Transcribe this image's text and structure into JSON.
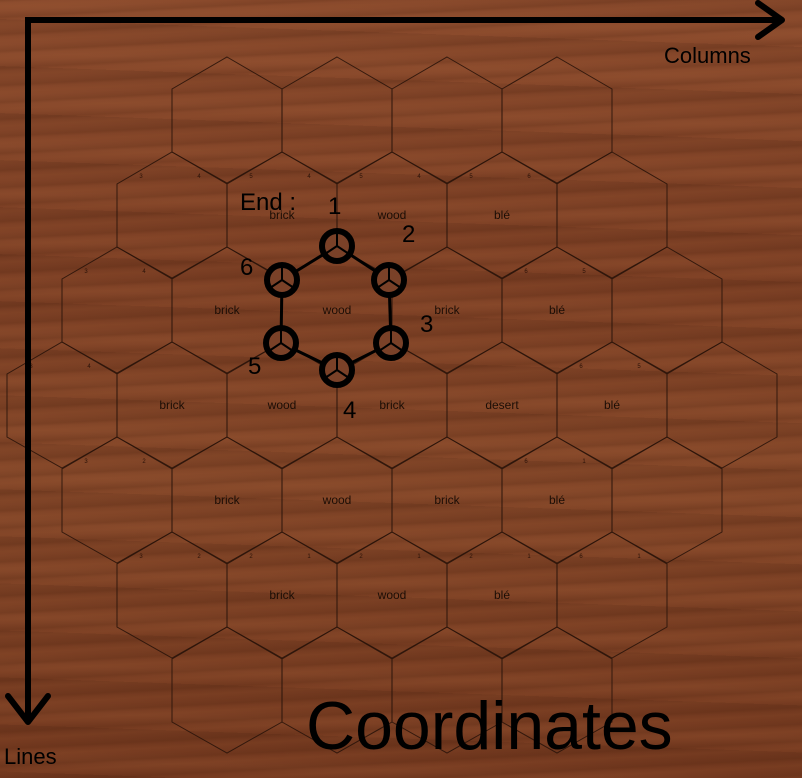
{
  "axes": {
    "horizontal_label": "Columns",
    "vertical_label": "Lines"
  },
  "title": "Coordinates",
  "board": {
    "rows": [
      {
        "tiles": [
          {
            "resource": "",
            "numbers": []
          },
          {
            "resource": "",
            "numbers": []
          },
          {
            "resource": "",
            "numbers": []
          },
          {
            "resource": "",
            "numbers": []
          }
        ]
      },
      {
        "tiles": [
          {
            "resource": "",
            "numbers": [
              "3",
              "4"
            ]
          },
          {
            "resource": "brick",
            "numbers": [
              "5",
              "4"
            ]
          },
          {
            "resource": "wood",
            "numbers": [
              "5",
              "4"
            ]
          },
          {
            "resource": "blé",
            "numbers": [
              "5",
              "6"
            ]
          },
          {
            "resource": "",
            "numbers": []
          }
        ]
      },
      {
        "tiles": [
          {
            "resource": "",
            "numbers": [
              "3",
              "4"
            ]
          },
          {
            "resource": "brick",
            "numbers": []
          },
          {
            "resource": "wood",
            "numbers": []
          },
          {
            "resource": "brick",
            "numbers": []
          },
          {
            "resource": "blé",
            "numbers": [
              "6",
              "5"
            ]
          },
          {
            "resource": "",
            "numbers": []
          }
        ]
      },
      {
        "tiles": [
          {
            "resource": "",
            "numbers": [
              "3",
              "4"
            ]
          },
          {
            "resource": "brick",
            "numbers": []
          },
          {
            "resource": "wood",
            "numbers": []
          },
          {
            "resource": "brick",
            "numbers": []
          },
          {
            "resource": "desert",
            "numbers": []
          },
          {
            "resource": "blé",
            "numbers": [
              "6",
              "5"
            ]
          },
          {
            "resource": "",
            "numbers": []
          }
        ]
      },
      {
        "tiles": [
          {
            "resource": "",
            "numbers": [
              "3",
              "2"
            ]
          },
          {
            "resource": "brick",
            "numbers": []
          },
          {
            "resource": "wood",
            "numbers": []
          },
          {
            "resource": "brick",
            "numbers": []
          },
          {
            "resource": "blé",
            "numbers": [
              "6",
              "1"
            ]
          },
          {
            "resource": "",
            "numbers": []
          }
        ]
      },
      {
        "tiles": [
          {
            "resource": "",
            "numbers": [
              "3",
              "2"
            ]
          },
          {
            "resource": "brick",
            "numbers": [
              "2",
              "1"
            ]
          },
          {
            "resource": "wood",
            "numbers": [
              "2",
              "1"
            ]
          },
          {
            "resource": "blé",
            "numbers": [
              "2",
              "1"
            ]
          },
          {
            "resource": "",
            "numbers": [
              "6",
              "1"
            ]
          }
        ]
      },
      {
        "tiles": [
          {
            "resource": "",
            "numbers": []
          },
          {
            "resource": "",
            "numbers": []
          },
          {
            "resource": "",
            "numbers": []
          },
          {
            "resource": "",
            "numbers": []
          }
        ]
      }
    ]
  },
  "path": {
    "nodes": [
      {
        "label": "1",
        "prefix": "End :"
      },
      {
        "label": "2",
        "prefix": ""
      },
      {
        "label": "3",
        "prefix": ""
      },
      {
        "label": "4",
        "prefix": ""
      },
      {
        "label": "5",
        "prefix": ""
      },
      {
        "label": "6",
        "prefix": ""
      }
    ]
  }
}
